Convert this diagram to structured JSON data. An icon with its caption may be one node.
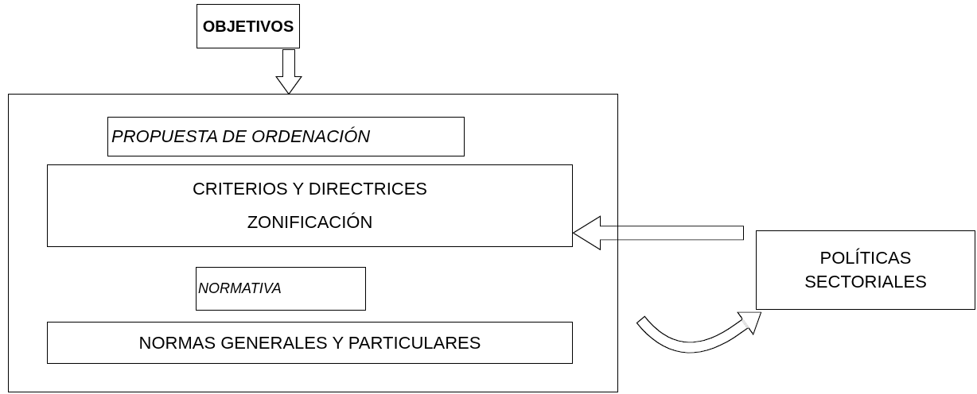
{
  "diagram": {
    "nodes": [
      {
        "text": [
          "OBJETIVOS"
        ]
      },
      {
        "text": [],
        "shape": "box"
      },
      {
        "text": [
          "PROPUESTA DE ORDENACIÓN"
        ],
        "in": 1
      },
      {
        "text": [
          "CRITERIOS Y DIRECTRICES",
          "ZONIFICACIÓN"
        ],
        "in": 1
      },
      {
        "text": [
          "NORMATIVA"
        ],
        "in": 1
      },
      {
        "text": [
          "NORMAS GENERALES Y PARTICULARES"
        ],
        "in": 1
      },
      {
        "text": [
          "POLÍTICAS SECTORIALES"
        ]
      }
    ],
    "edges": [
      {
        "from": 0,
        "to": 1,
        "arrow": "to"
      },
      {
        "from": 6,
        "to": 3,
        "arrow": "to"
      },
      {
        "from": 1,
        "to": 6,
        "arrow": "to"
      }
    ]
  }
}
